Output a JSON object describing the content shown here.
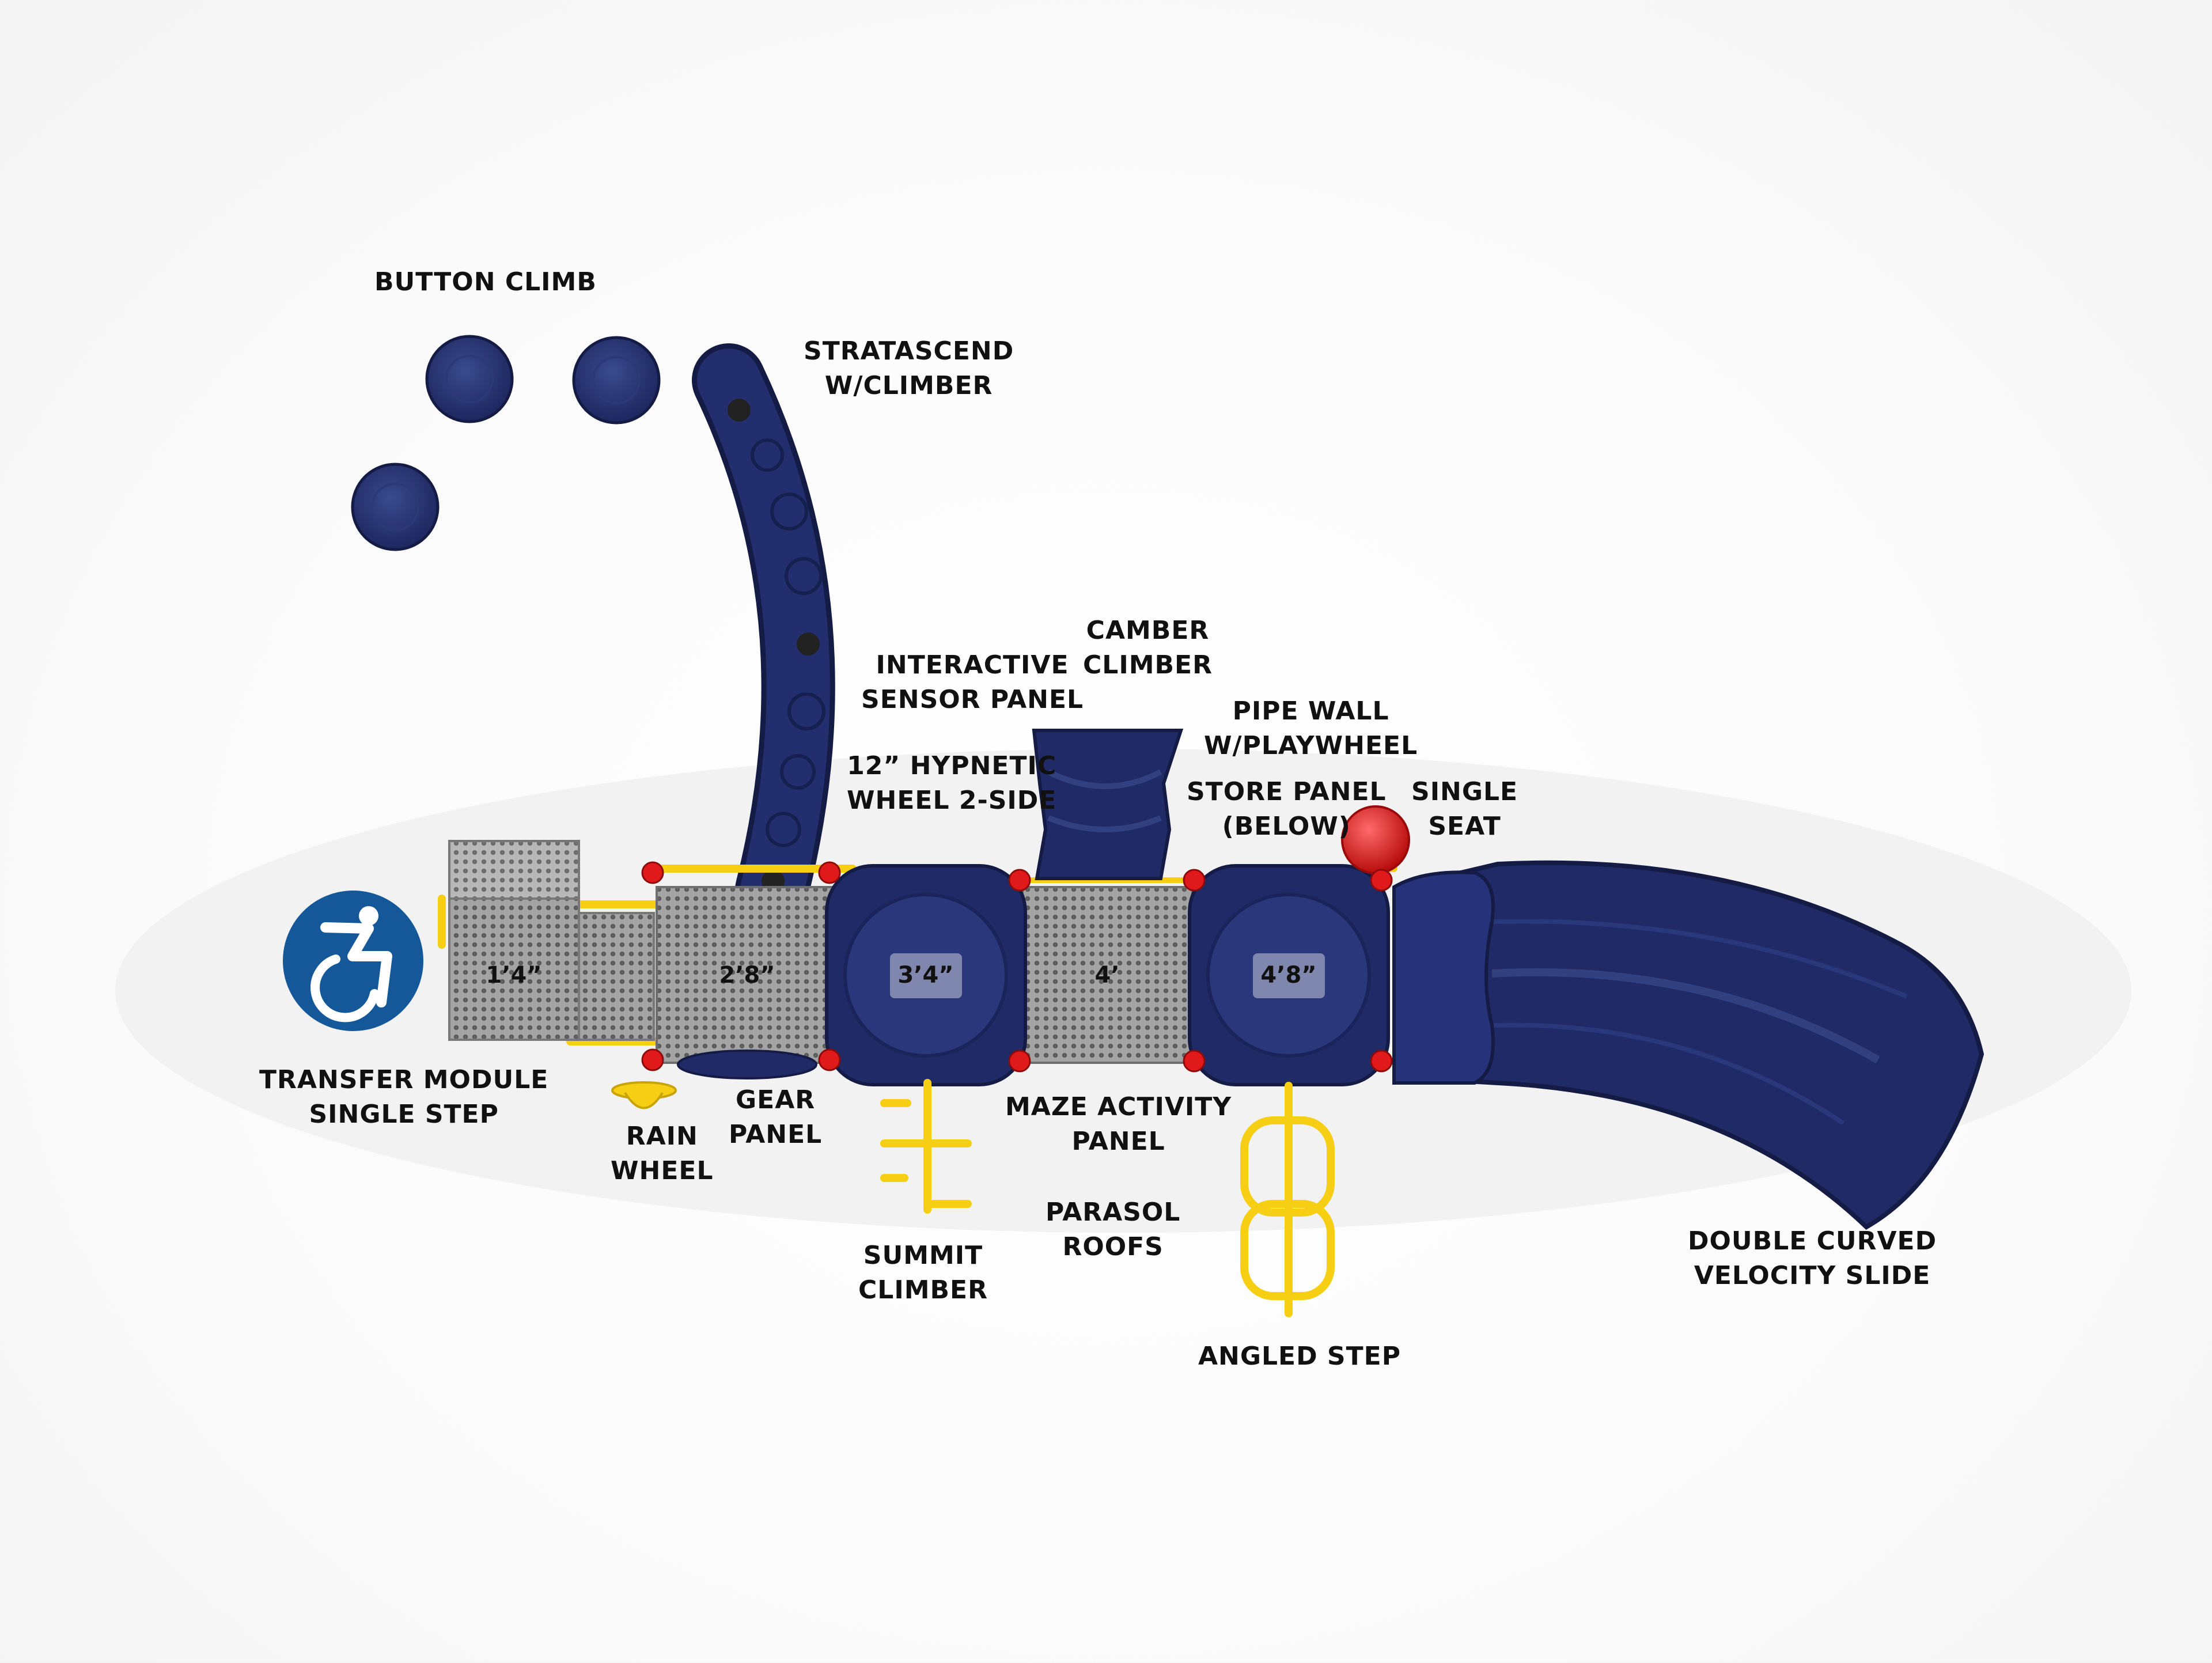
{
  "colors": {
    "navy": "#1f2a66",
    "navy_light": "#33407f",
    "yellow": "#f6cf14",
    "red": "#e01a1a",
    "deck_gray": "#9a9a9a",
    "accessible_blue": "#14589a"
  },
  "icons": {
    "accessibility": "wheelchair-accessible-icon"
  },
  "labels": {
    "button_climb": "BUTTON CLIMB",
    "stratascend_1": "STRATASCEND",
    "stratascend_2": "W/CLIMBER",
    "camber_1": "CAMBER",
    "camber_2": "CLIMBER",
    "interactive_1": "INTERACTIVE",
    "interactive_2": "SENSOR PANEL",
    "pipe_wall_1": "PIPE WALL",
    "pipe_wall_2": "W/PLAYWHEEL",
    "hypnetic_1": "12” HYPNETIC",
    "hypnetic_2": "WHEEL 2-SIDE",
    "store_1": "STORE PANEL",
    "store_2": "(BELOW)",
    "single_seat_1": "SINGLE",
    "single_seat_2": "SEAT",
    "transfer_1": "TRANSFER MODULE",
    "transfer_2": "SINGLE STEP",
    "gear_1": "GEAR",
    "gear_2": "PANEL",
    "rain_1": "RAIN",
    "rain_2": "WHEEL",
    "maze_1": "MAZE ACTIVITY",
    "maze_2": "PANEL",
    "parasol_1": "PARASOL",
    "parasol_2": "ROOFS",
    "summit_1": "SUMMIT",
    "summit_2": "CLIMBER",
    "angled_step": "ANGLED STEP",
    "slide_1": "DOUBLE CURVED",
    "slide_2": "VELOCITY SLIDE"
  },
  "deck_heights": [
    "1’4”",
    "2’8”",
    "3’4”",
    "4’",
    "4’8”"
  ]
}
